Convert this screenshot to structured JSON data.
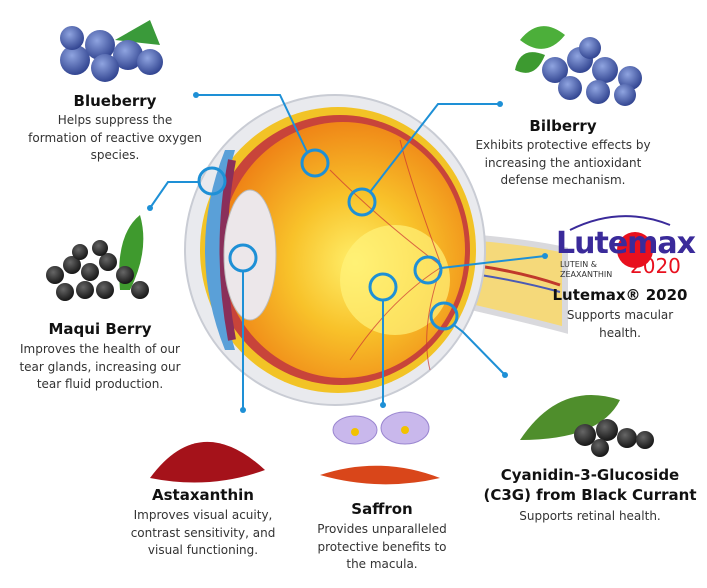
{
  "colors": {
    "callout": "#1e90d6",
    "sclera": "#f4f4f6",
    "retina": "#f29b1c",
    "macula": "#fff27a",
    "lutemax_purple": "#3a2a9a",
    "lutemax_red": "#e8101e"
  },
  "items": [
    {
      "title": "Blueberry",
      "desc": [
        "Helps suppress the",
        "formation of reactive oxygen",
        "species."
      ]
    },
    {
      "title": "Bilberry",
      "desc": [
        "Exhibits protective effects by",
        "increasing the antioxidant",
        "defense mechanism."
      ]
    },
    {
      "title": "Lutemax® 2020",
      "desc": [
        "Supports macular",
        "health."
      ]
    },
    {
      "title": "Maqui Berry",
      "desc": [
        "Improves the health of our",
        "tear glands, increasing our",
        "tear fluid production."
      ]
    },
    {
      "title": "Astaxanthin",
      "desc": [
        "Improves visual acuity,",
        "contrast sensitivity, and",
        "visual functioning."
      ]
    },
    {
      "title": "Saffron",
      "desc": [
        "Provides unparalleled",
        "protective benefits to",
        "the macula."
      ]
    },
    {
      "title": [
        "Cyanidin-3-Glucoside",
        "(C3G) from Black Currant"
      ],
      "desc": [
        "Supports retinal health."
      ]
    }
  ],
  "logo": {
    "brand": "Lutemax",
    "sub1": "LUTEIN &",
    "sub2": "ZEAXANTHIN",
    "year": "2020"
  }
}
